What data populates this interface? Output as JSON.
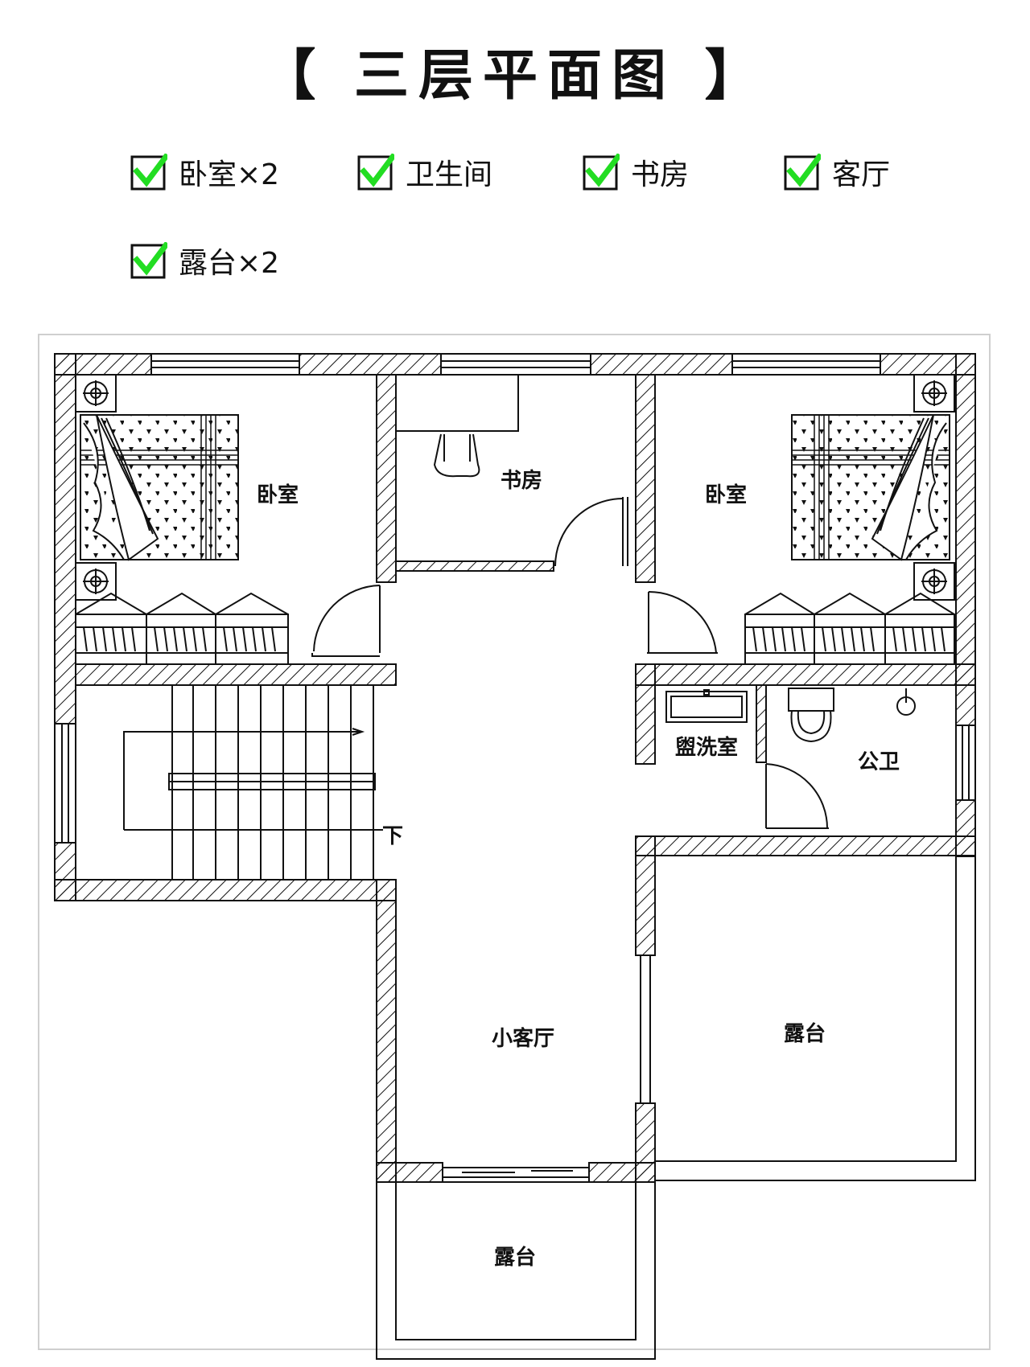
{
  "title": "【 三层平面图 】",
  "features": [
    {
      "label": "卧室×2"
    },
    {
      "label": "卫生间"
    },
    {
      "label": "书房"
    },
    {
      "label": "客厅"
    },
    {
      "label": "露台×2"
    }
  ],
  "rooms": {
    "bedroom_left": "卧室",
    "study": "书房",
    "bedroom_right": "卧室",
    "washroom": "盥洗室",
    "public_wc": "公卫",
    "stair_down": "下",
    "small_living": "小客厅",
    "terrace_right": "露台",
    "terrace_bottom": "露台"
  },
  "colors": {
    "check_green": "#22dd22",
    "wall_line": "#111111"
  }
}
